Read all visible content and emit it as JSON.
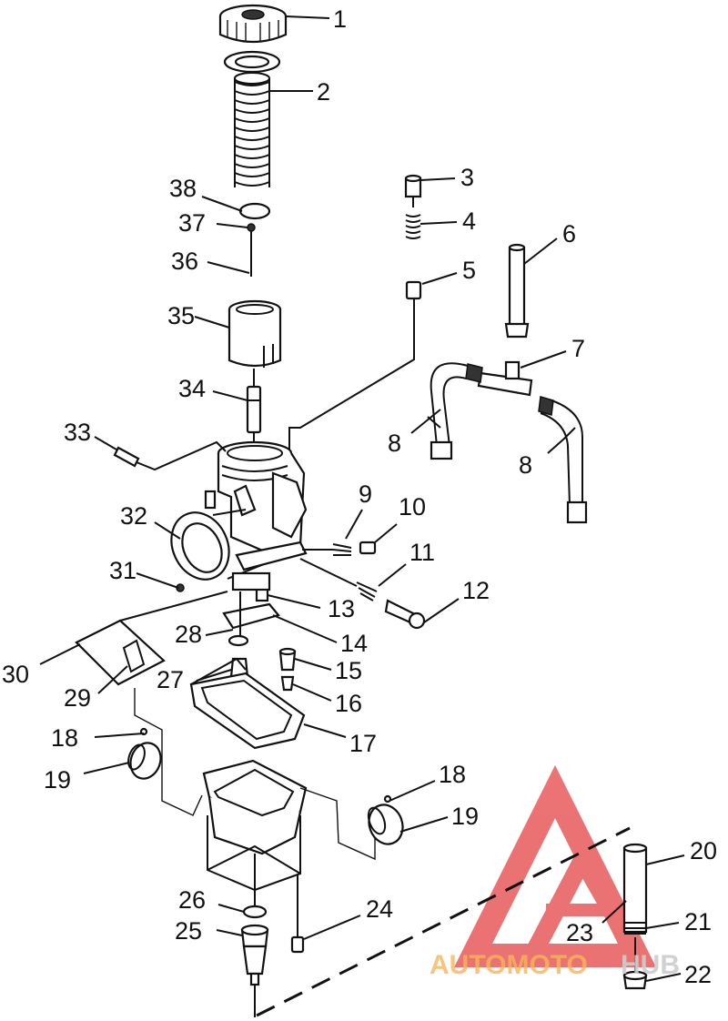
{
  "labels": [
    "1",
    "2",
    "3",
    "4",
    "5",
    "6",
    "7",
    "8",
    "8",
    "9",
    "10",
    "11",
    "12",
    "13",
    "14",
    "15",
    "16",
    "17",
    "18",
    "19",
    "18",
    "19",
    "20",
    "21",
    "22",
    "23",
    "24",
    "25",
    "26",
    "27",
    "28",
    "29",
    "30",
    "31",
    "32",
    "33",
    "34",
    "35",
    "36",
    "37",
    "38"
  ],
  "watermark": {
    "text_a": "AUTOMOTO",
    "text_b": "HUB",
    "color_a": "#f6b45a",
    "color_b": "#cccccc",
    "logo_color": "#e85a5a"
  }
}
